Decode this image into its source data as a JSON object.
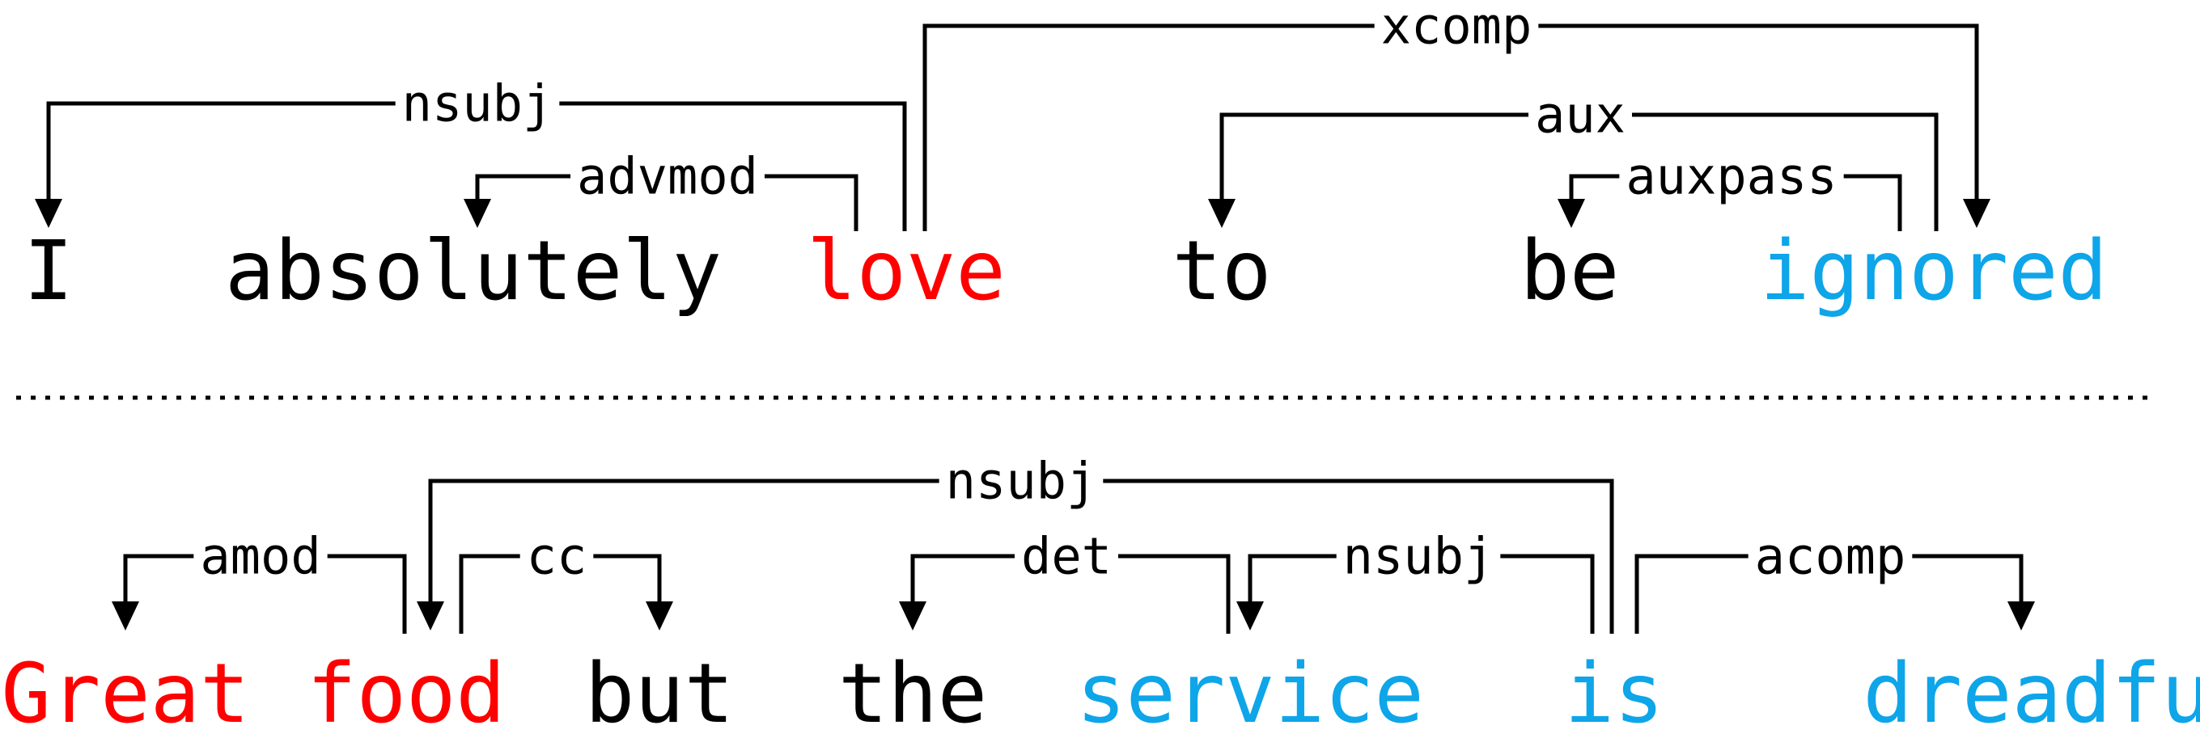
{
  "colors": {
    "negative": "#ff0000",
    "positive": "#0ea5e9",
    "neutral": "#000000"
  },
  "sentences": [
    {
      "tokens": [
        {
          "text": "I",
          "color": "neutral"
        },
        {
          "text": "absolutely",
          "color": "neutral"
        },
        {
          "text": "love",
          "color": "negative"
        },
        {
          "text": "to",
          "color": "neutral"
        },
        {
          "text": "be",
          "color": "neutral"
        },
        {
          "text": "ignored",
          "color": "positive"
        }
      ],
      "arcs": [
        {
          "label": "nsubj",
          "head": 2,
          "dependent": 0
        },
        {
          "label": "advmod",
          "head": 2,
          "dependent": 1
        },
        {
          "label": "xcomp",
          "head": 2,
          "dependent": 5
        },
        {
          "label": "aux",
          "head": 5,
          "dependent": 3
        },
        {
          "label": "auxpass",
          "head": 5,
          "dependent": 4
        }
      ]
    },
    {
      "tokens": [
        {
          "text": "Great",
          "color": "negative"
        },
        {
          "text": "food",
          "color": "negative"
        },
        {
          "text": "but",
          "color": "neutral"
        },
        {
          "text": "the",
          "color": "neutral"
        },
        {
          "text": "service",
          "color": "positive"
        },
        {
          "text": "is",
          "color": "positive"
        },
        {
          "text": "dreadful",
          "color": "positive"
        }
      ],
      "arcs": [
        {
          "label": "amod",
          "head": 1,
          "dependent": 0
        },
        {
          "label": "cc",
          "head": 1,
          "dependent": 2
        },
        {
          "label": "nsubj",
          "head": 5,
          "dependent": 1
        },
        {
          "label": "det",
          "head": 4,
          "dependent": 3
        },
        {
          "label": "nsubj",
          "head": 5,
          "dependent": 4
        },
        {
          "label": "acomp",
          "head": 5,
          "dependent": 6
        }
      ]
    }
  ]
}
